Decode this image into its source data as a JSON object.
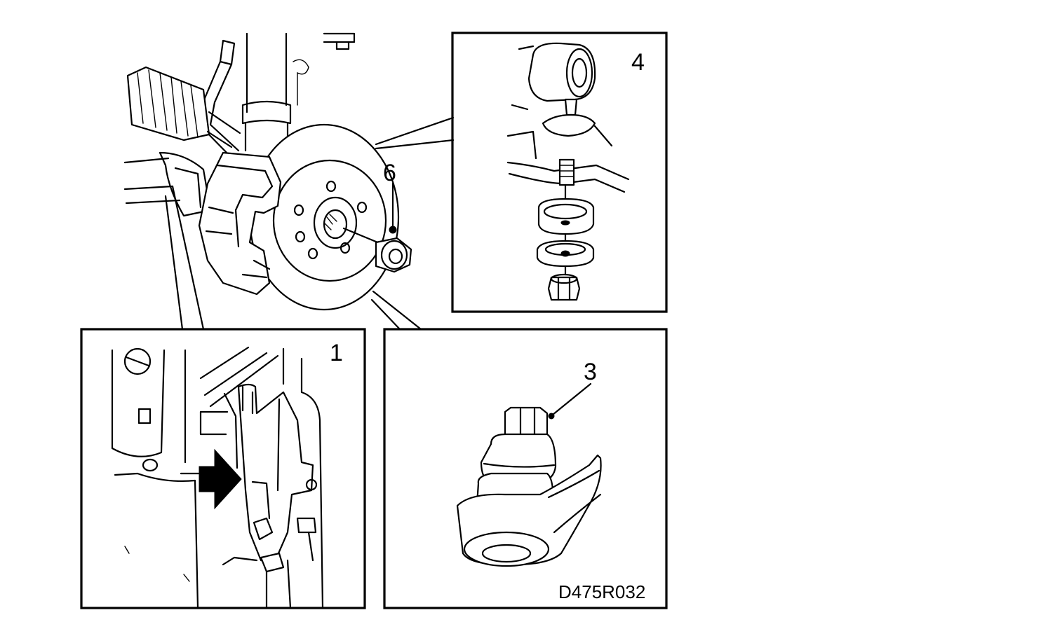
{
  "labels": {
    "callout_1": "1",
    "callout_3": "3",
    "callout_4": "4",
    "callout_6": "6",
    "drawing_code": "D475R032"
  },
  "colors": {
    "ink": "#000000",
    "paper": "#ffffff"
  }
}
